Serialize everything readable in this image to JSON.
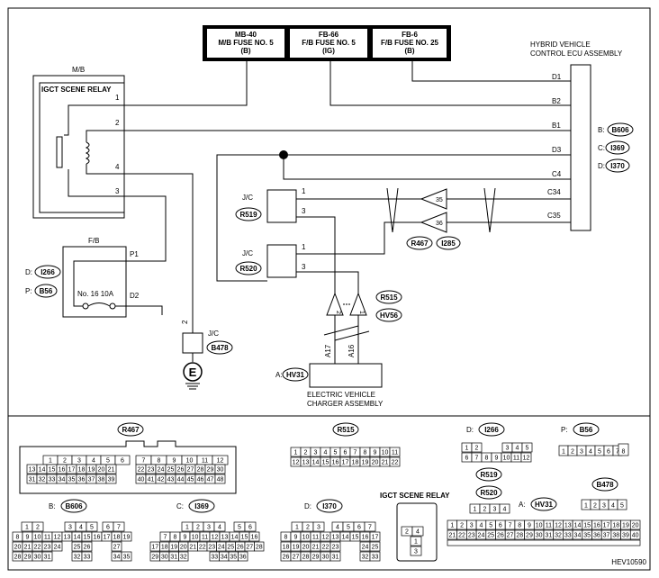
{
  "fuse_boxes": [
    {
      "code": "MB-40",
      "name": "M/B FUSE NO. 5",
      "terminal": "(B)"
    },
    {
      "code": "FB-66",
      "name": "F/B FUSE NO. 5",
      "terminal": "(IG)"
    },
    {
      "code": "FB-6",
      "name": "F/B FUSE NO. 25",
      "terminal": "(B)"
    }
  ],
  "ecu": {
    "title_line1": "HYBRID VEHICLE",
    "title_line2": "CONTROL ECU ASSEMBLY",
    "pins": [
      "D1",
      "B2",
      "B1",
      "D3",
      "C4",
      "C34",
      "C35"
    ],
    "connectors": [
      {
        "letter": "B:",
        "code": "B606"
      },
      {
        "letter": "C:",
        "code": "I369"
      },
      {
        "letter": "D:",
        "code": "I370"
      }
    ]
  },
  "mb": {
    "label": "M/B",
    "relay_title": "IGCT SCENE RELAY",
    "pins": [
      "1",
      "2",
      "4",
      "3"
    ]
  },
  "fb": {
    "label": "F/B",
    "pin_p1": "P1",
    "pin_d2": "D2",
    "fuse_label": "No. 16 10A",
    "connectors": [
      {
        "letter": "D:",
        "code": "I266"
      },
      {
        "letter": "P:",
        "code": "B56"
      }
    ]
  },
  "jc1": {
    "label": "J/C",
    "code": "R519",
    "pins": [
      "1",
      "3"
    ]
  },
  "jc2": {
    "label": "J/C",
    "code": "R520",
    "pins": [
      "1",
      "3"
    ]
  },
  "jc3": {
    "label": "J/C",
    "code": "B478"
  },
  "ground_wire_num": "2",
  "ground_symbol": "E",
  "inline_connectors": {
    "pins": [
      "35",
      "36"
    ],
    "codes": [
      "R467",
      "I285"
    ]
  },
  "charger": {
    "pin_labels": [
      "2",
      "1"
    ],
    "wire_labels": [
      "A17",
      "A16"
    ],
    "conn_codes": [
      "R515",
      "HV56"
    ],
    "connector": {
      "letter": "A:",
      "code": "HV31"
    },
    "title_line1": "ELECTRIC VEHICLE",
    "title_line2": "CHARGER ASSEMBLY"
  },
  "legend": {
    "r467": {
      "code": "R467",
      "row1": [
        "1",
        "2",
        "3",
        "4",
        "5",
        "6"
      ],
      "row2": [
        "13",
        "14",
        "15",
        "16",
        "17",
        "18",
        "19",
        "20",
        "21"
      ],
      "row3": [
        "31",
        "32",
        "33",
        "34",
        "35",
        "36",
        "37",
        "38",
        "39"
      ],
      "row1b": [
        "7",
        "8",
        "9",
        "10",
        "11",
        "12"
      ],
      "row2b": [
        "22",
        "23",
        "24",
        "25",
        "26",
        "27",
        "28",
        "29",
        "30"
      ],
      "row3b": [
        "40",
        "41",
        "42",
        "43",
        "44",
        "45",
        "46",
        "47",
        "48"
      ]
    },
    "r515": {
      "code": "R515",
      "row1": [
        "1",
        "2",
        "3",
        "4",
        "5",
        "6",
        "7",
        "8",
        "9",
        "10",
        "11"
      ],
      "row2": [
        "12",
        "13",
        "14",
        "15",
        "16",
        "17",
        "18",
        "19",
        "20",
        "21",
        "22"
      ]
    },
    "i266": {
      "label": "D:",
      "code": "I266",
      "row1": [
        "1",
        "2",
        "3",
        "4",
        "5"
      ],
      "row2": [
        "6",
        "7",
        "8",
        "9",
        "10",
        "11",
        "12"
      ]
    },
    "b56": {
      "label": "P:",
      "code": "B56",
      "row1": [
        "1",
        "2",
        "3",
        "4",
        "5",
        "6",
        "7",
        "8"
      ]
    },
    "b606": {
      "label": "B:",
      "code": "B606",
      "row1": [
        "1",
        "2",
        "3",
        "4",
        "5",
        "6",
        "7"
      ],
      "row2": [
        "8",
        "9",
        "10",
        "11",
        "12",
        "13",
        "14",
        "15",
        "16",
        "17",
        "18",
        "19"
      ],
      "row3": [
        "20",
        "21",
        "22",
        "23",
        "24",
        "25",
        "26",
        "27"
      ],
      "row4": [
        "28",
        "29",
        "30",
        "31",
        "32",
        "33",
        "34",
        "35"
      ]
    },
    "i369": {
      "label": "C:",
      "code": "I369",
      "row1": [
        "1",
        "2",
        "3",
        "4",
        "5",
        "6"
      ],
      "row2": [
        "7",
        "8",
        "9",
        "10",
        "11",
        "12",
        "13",
        "14",
        "15",
        "16"
      ],
      "row3": [
        "17",
        "18",
        "19",
        "20",
        "21",
        "22",
        "23",
        "24",
        "25",
        "26",
        "27",
        "28"
      ],
      "row4": [
        "29",
        "30",
        "31",
        "32",
        "33",
        "34",
        "35",
        "36"
      ]
    },
    "i370": {
      "label": "D:",
      "code": "I370",
      "row1": [
        "1",
        "2",
        "3",
        "4",
        "5",
        "6",
        "7"
      ],
      "row2": [
        "8",
        "9",
        "10",
        "11",
        "12",
        "13",
        "14",
        "15",
        "16",
        "17"
      ],
      "row3": [
        "18",
        "19",
        "20",
        "21",
        "22",
        "23",
        "24",
        "25"
      ],
      "row4": [
        "26",
        "27",
        "28",
        "29",
        "30",
        "31",
        "32",
        "33"
      ]
    },
    "igct": {
      "title": "IGCT SCENE RELAY",
      "pins": [
        "2",
        "4",
        "1",
        "3"
      ]
    },
    "r519": {
      "code": "R519"
    },
    "r520": {
      "code": "R520",
      "row1": [
        "1",
        "2",
        "3",
        "4"
      ]
    },
    "hv31": {
      "label": "A:",
      "code": "HV31",
      "row1": [
        "1",
        "2",
        "3",
        "4",
        "5",
        "6",
        "7",
        "8",
        "9",
        "10",
        "11",
        "12",
        "13",
        "14",
        "15",
        "16",
        "17",
        "18",
        "19",
        "20"
      ],
      "row2": [
        "21",
        "22",
        "23",
        "24",
        "25",
        "26",
        "27",
        "28",
        "29",
        "30",
        "31",
        "32",
        "33",
        "34",
        "35",
        "36",
        "37",
        "38",
        "39",
        "40"
      ]
    },
    "b478": {
      "code": "B478",
      "row1": [
        "1",
        "2",
        "3",
        "4",
        "5"
      ]
    }
  },
  "figure_code": "HEV10590"
}
